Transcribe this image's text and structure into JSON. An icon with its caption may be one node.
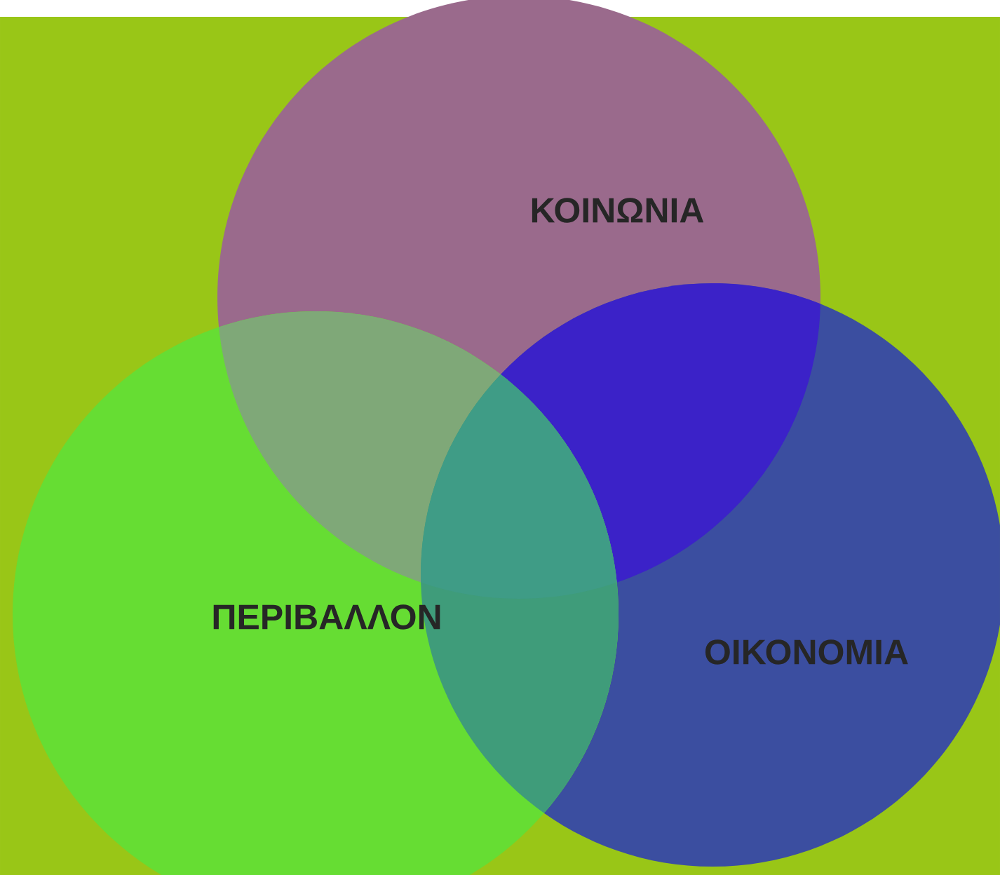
{
  "diagram": {
    "nodes": [
      {
        "text": [
          "ΚΟΙΝΩΝΙΑ"
        ]
      },
      {
        "text": [
          "ΠΕΡΙΒΑΛΛΟΝ"
        ]
      },
      {
        "text": [
          "ΟΙΚΟΝΟΜΙΑ"
        ]
      }
    ]
  }
}
